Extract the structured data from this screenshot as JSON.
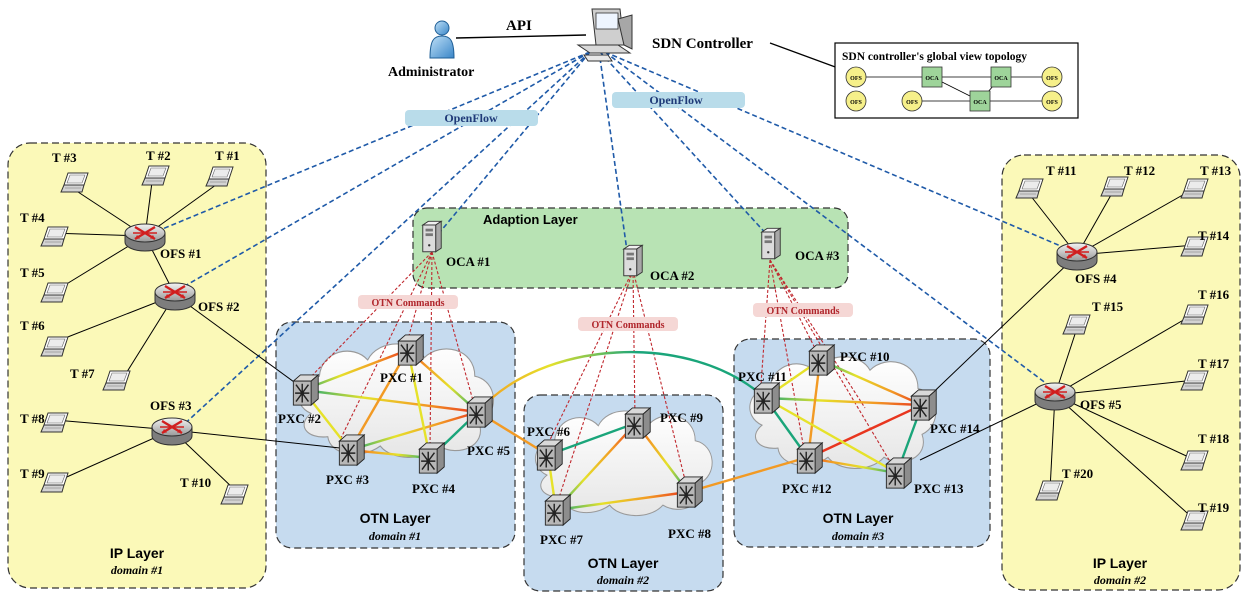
{
  "header": {
    "api_label": "API",
    "admin_label": "Administrator",
    "controller_label": "SDN Controller",
    "openflow_left": "OpenFlow",
    "openflow_right": "OpenFlow"
  },
  "global_view": {
    "title": "SDN controller's  global view topology",
    "ofs_label": "OFS",
    "oca_label": "OCA"
  },
  "ip_domain_1": {
    "layer_title": "IP Layer",
    "domain_label": "domain #1",
    "switches": [
      "OFS #1",
      "OFS #2",
      "OFS #3"
    ],
    "terminals": [
      "T #1",
      "T #2",
      "T #3",
      "T #4",
      "T #5",
      "T #6",
      "T #7",
      "T #8",
      "T #9",
      "T #10"
    ]
  },
  "ip_domain_2": {
    "layer_title": "IP Layer",
    "domain_label": "domain #2",
    "switches": [
      "OFS #4",
      "OFS #5"
    ],
    "terminals": [
      "T #11",
      "T #12",
      "T #13",
      "T #14",
      "T #15",
      "T #16",
      "T #17",
      "T #18",
      "T #19",
      "T #20"
    ]
  },
  "adaption": {
    "title": "Adaption Layer",
    "agents": [
      "OCA #1",
      "OCA #2",
      "OCA #3"
    ],
    "otn_commands": "OTN Commands"
  },
  "otn_domain_1": {
    "layer_title": "OTN Layer",
    "domain_label": "domain #1",
    "pxcs": [
      "PXC #1",
      "PXC #2",
      "PXC #3",
      "PXC #4",
      "PXC #5"
    ]
  },
  "otn_domain_2": {
    "layer_title": "OTN Layer",
    "domain_label": "domain #2",
    "pxcs": [
      "PXC #6",
      "PXC #7",
      "PXC #8",
      "PXC #9"
    ]
  },
  "otn_domain_3": {
    "layer_title": "OTN Layer",
    "domain_label": "domain #3",
    "pxcs": [
      "PXC #10",
      "PXC #11",
      "PXC #12",
      "PXC #13",
      "PXC #14"
    ]
  },
  "colors": {
    "ip_region": "#fbf9b8",
    "otn_region": "#c6dbef",
    "adaption_region": "#b8e3b4",
    "openflow_link": "#1f5aa8",
    "command_link": "#c0282e",
    "openflow_tag": "#b9dcea",
    "otn_tag": "#f5d7d5"
  }
}
